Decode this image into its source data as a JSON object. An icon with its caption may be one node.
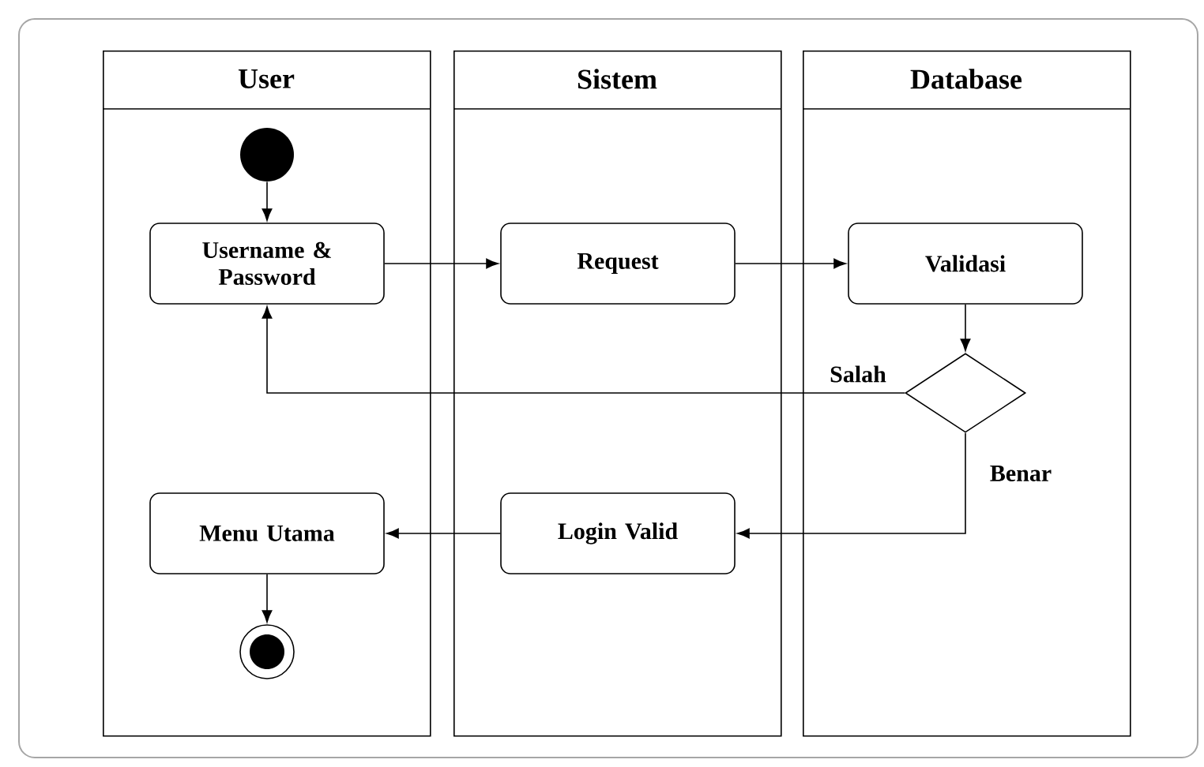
{
  "diagram": {
    "nodes": [
      {
        "text": [
          "User"
        ]
      },
      {
        "text": [
          "Sistem"
        ]
      },
      {
        "text": [
          "Database"
        ]
      },
      {
        "text": [],
        "shape": "circle",
        "in": 0
      },
      {
        "text": [
          "Username & Password"
        ],
        "in": 0
      },
      {
        "text": [
          "Request"
        ],
        "in": 1
      },
      {
        "text": [
          "Validasi"
        ],
        "in": 2
      },
      {
        "text": [],
        "shape": "diamond",
        "in": 2
      },
      {
        "text": [
          "Login Valid"
        ],
        "in": 1
      },
      {
        "text": [
          "Menu Utama"
        ],
        "in": 0
      },
      {
        "text": [],
        "shape": "circle",
        "in": 0
      }
    ],
    "edges": [
      {
        "from": 3,
        "to": 4,
        "arrow": "to"
      },
      {
        "from": 4,
        "to": 5,
        "arrow": "to"
      },
      {
        "from": 5,
        "to": 6,
        "arrow": "to"
      },
      {
        "from": 6,
        "to": 7,
        "arrow": "to"
      },
      {
        "from": 7,
        "to": 4,
        "arrow": "to",
        "label": "Salah"
      },
      {
        "from": 7,
        "to": 8,
        "arrow": "to",
        "label": "Benar"
      },
      {
        "from": 8,
        "to": 9,
        "arrow": "to"
      },
      {
        "from": 9,
        "to": 10,
        "arrow": "to"
      }
    ]
  }
}
